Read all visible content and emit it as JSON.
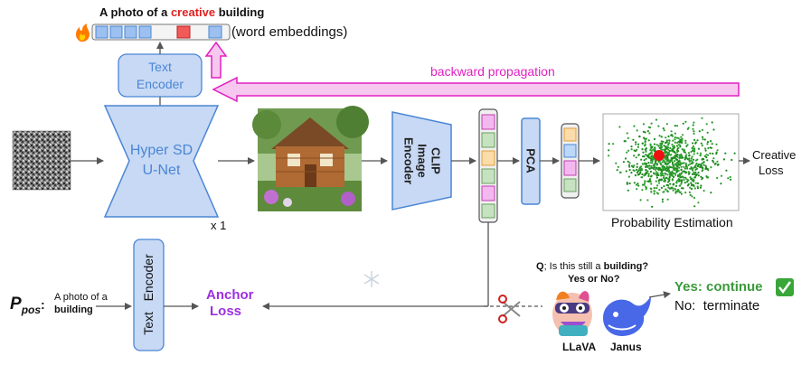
{
  "caption": {
    "prefix": "A photo of a ",
    "highlight": "creative",
    "suffix": " building"
  },
  "word_embeddings_label": "(word embeddings)",
  "text_encoder_top": {
    "line1": "Text",
    "line2": "Encoder"
  },
  "backward_label": "backward propagation",
  "unet": {
    "line1": "Hyper SD",
    "line2": "U-Net"
  },
  "steps_label": "x 1",
  "clip": {
    "line1": "CLIP",
    "line2": "Image",
    "line3": "Encoder"
  },
  "pca_label": "PCA",
  "creative_loss": {
    "line1": "Creative",
    "line2": "Loss"
  },
  "probability_label": "Probability Estimation",
  "text_encoder_bottom": "Text   Encoder",
  "prompt": {
    "symbol": "P",
    "subscript": "pos",
    "colon": ":",
    "line1": "A photo of a",
    "line2": "building"
  },
  "anchor_loss": {
    "line1": "Anchor",
    "line2": "Loss"
  },
  "question": {
    "q_prefix": "Q",
    "q_text": "; Is this still a ",
    "q_bold": "building?",
    "line2": "Yes or No?"
  },
  "models": {
    "llava": "LLaVA",
    "janus": "Janus"
  },
  "answers": {
    "yes_label": "Yes:",
    "yes_action": "continue",
    "no_label": "No:",
    "no_action": "terminate"
  },
  "colors": {
    "blue_fill": "#c8d9f5",
    "blue_stroke": "#4a86d4",
    "pink": "#e020c0",
    "pink_fill": "#f7c8ef",
    "red": "#e02020",
    "green": "#3a9a3a",
    "purple": "#9b30e0",
    "embed_blue": "#9cc0f0",
    "embed_red": "#f25a5a"
  },
  "icons": [
    "fire-icon",
    "snowflake-icon",
    "scissors-icon",
    "checkmark-icon",
    "llava-icon",
    "janus-icon"
  ]
}
